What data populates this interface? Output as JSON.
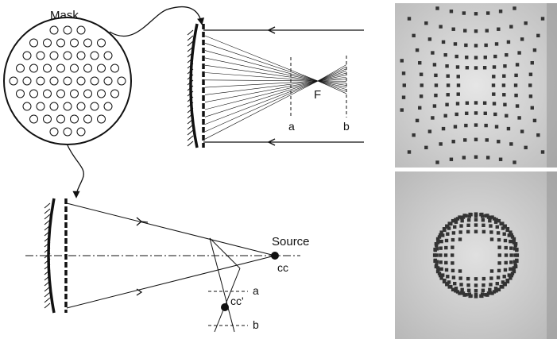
{
  "labels": {
    "mask": "Mask",
    "focus": "F",
    "plane_a_top": "a",
    "plane_b_top": "b",
    "source": "Source",
    "center_of_curvature": "cc",
    "center_image": "cc'",
    "plane_a_bottom": "a",
    "plane_b_bottom": "b"
  },
  "colors": {
    "ink": "#111111",
    "photo_background": "#c9c9c9",
    "photo_spot": "#3a3a3a"
  }
}
